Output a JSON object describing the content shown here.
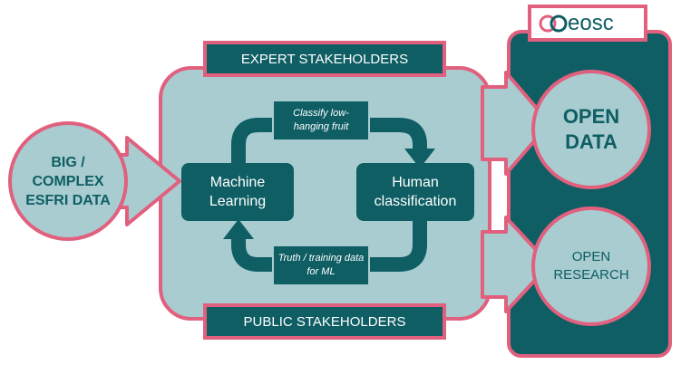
{
  "diagram": {
    "input_node": {
      "text": "BIG / COMPLEX ESFRI DATA"
    },
    "expert_banner": {
      "text": "EXPERT STAKEHOLDERS"
    },
    "public_banner": {
      "text": "PUBLIC STAKEHOLDERS"
    },
    "cycle": {
      "ml_node": "Machine Learning",
      "human_node": "Human classification",
      "top_edge_label": "Classify low-hanging fruit",
      "bottom_edge_label": "Truth / training data for ML"
    },
    "eosc": {
      "logo_text": "eosc",
      "open_data": "OPEN DATA",
      "open_research": "OPEN RESEARCH"
    },
    "colors": {
      "teal_dark": "#0e5e64",
      "teal_light": "#a8ccd0",
      "pink": "#e0607e",
      "white": "#ffffff"
    }
  }
}
